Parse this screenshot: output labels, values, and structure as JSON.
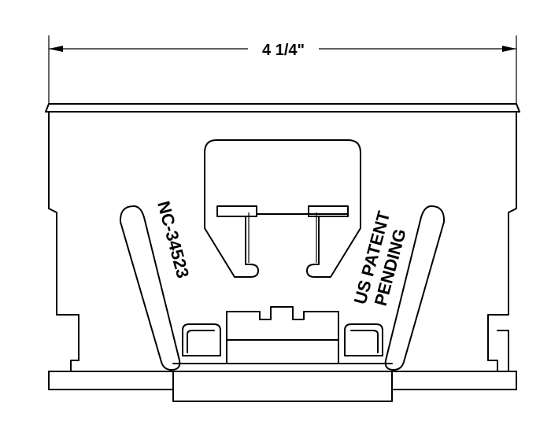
{
  "dimension": {
    "width_label": "4 1/4\""
  },
  "markings": {
    "part_number": "NC-34523",
    "patent_line1": "US PATENT",
    "patent_line2": "PENDING"
  },
  "colors": {
    "stroke": "#000000",
    "background": "#ffffff"
  }
}
